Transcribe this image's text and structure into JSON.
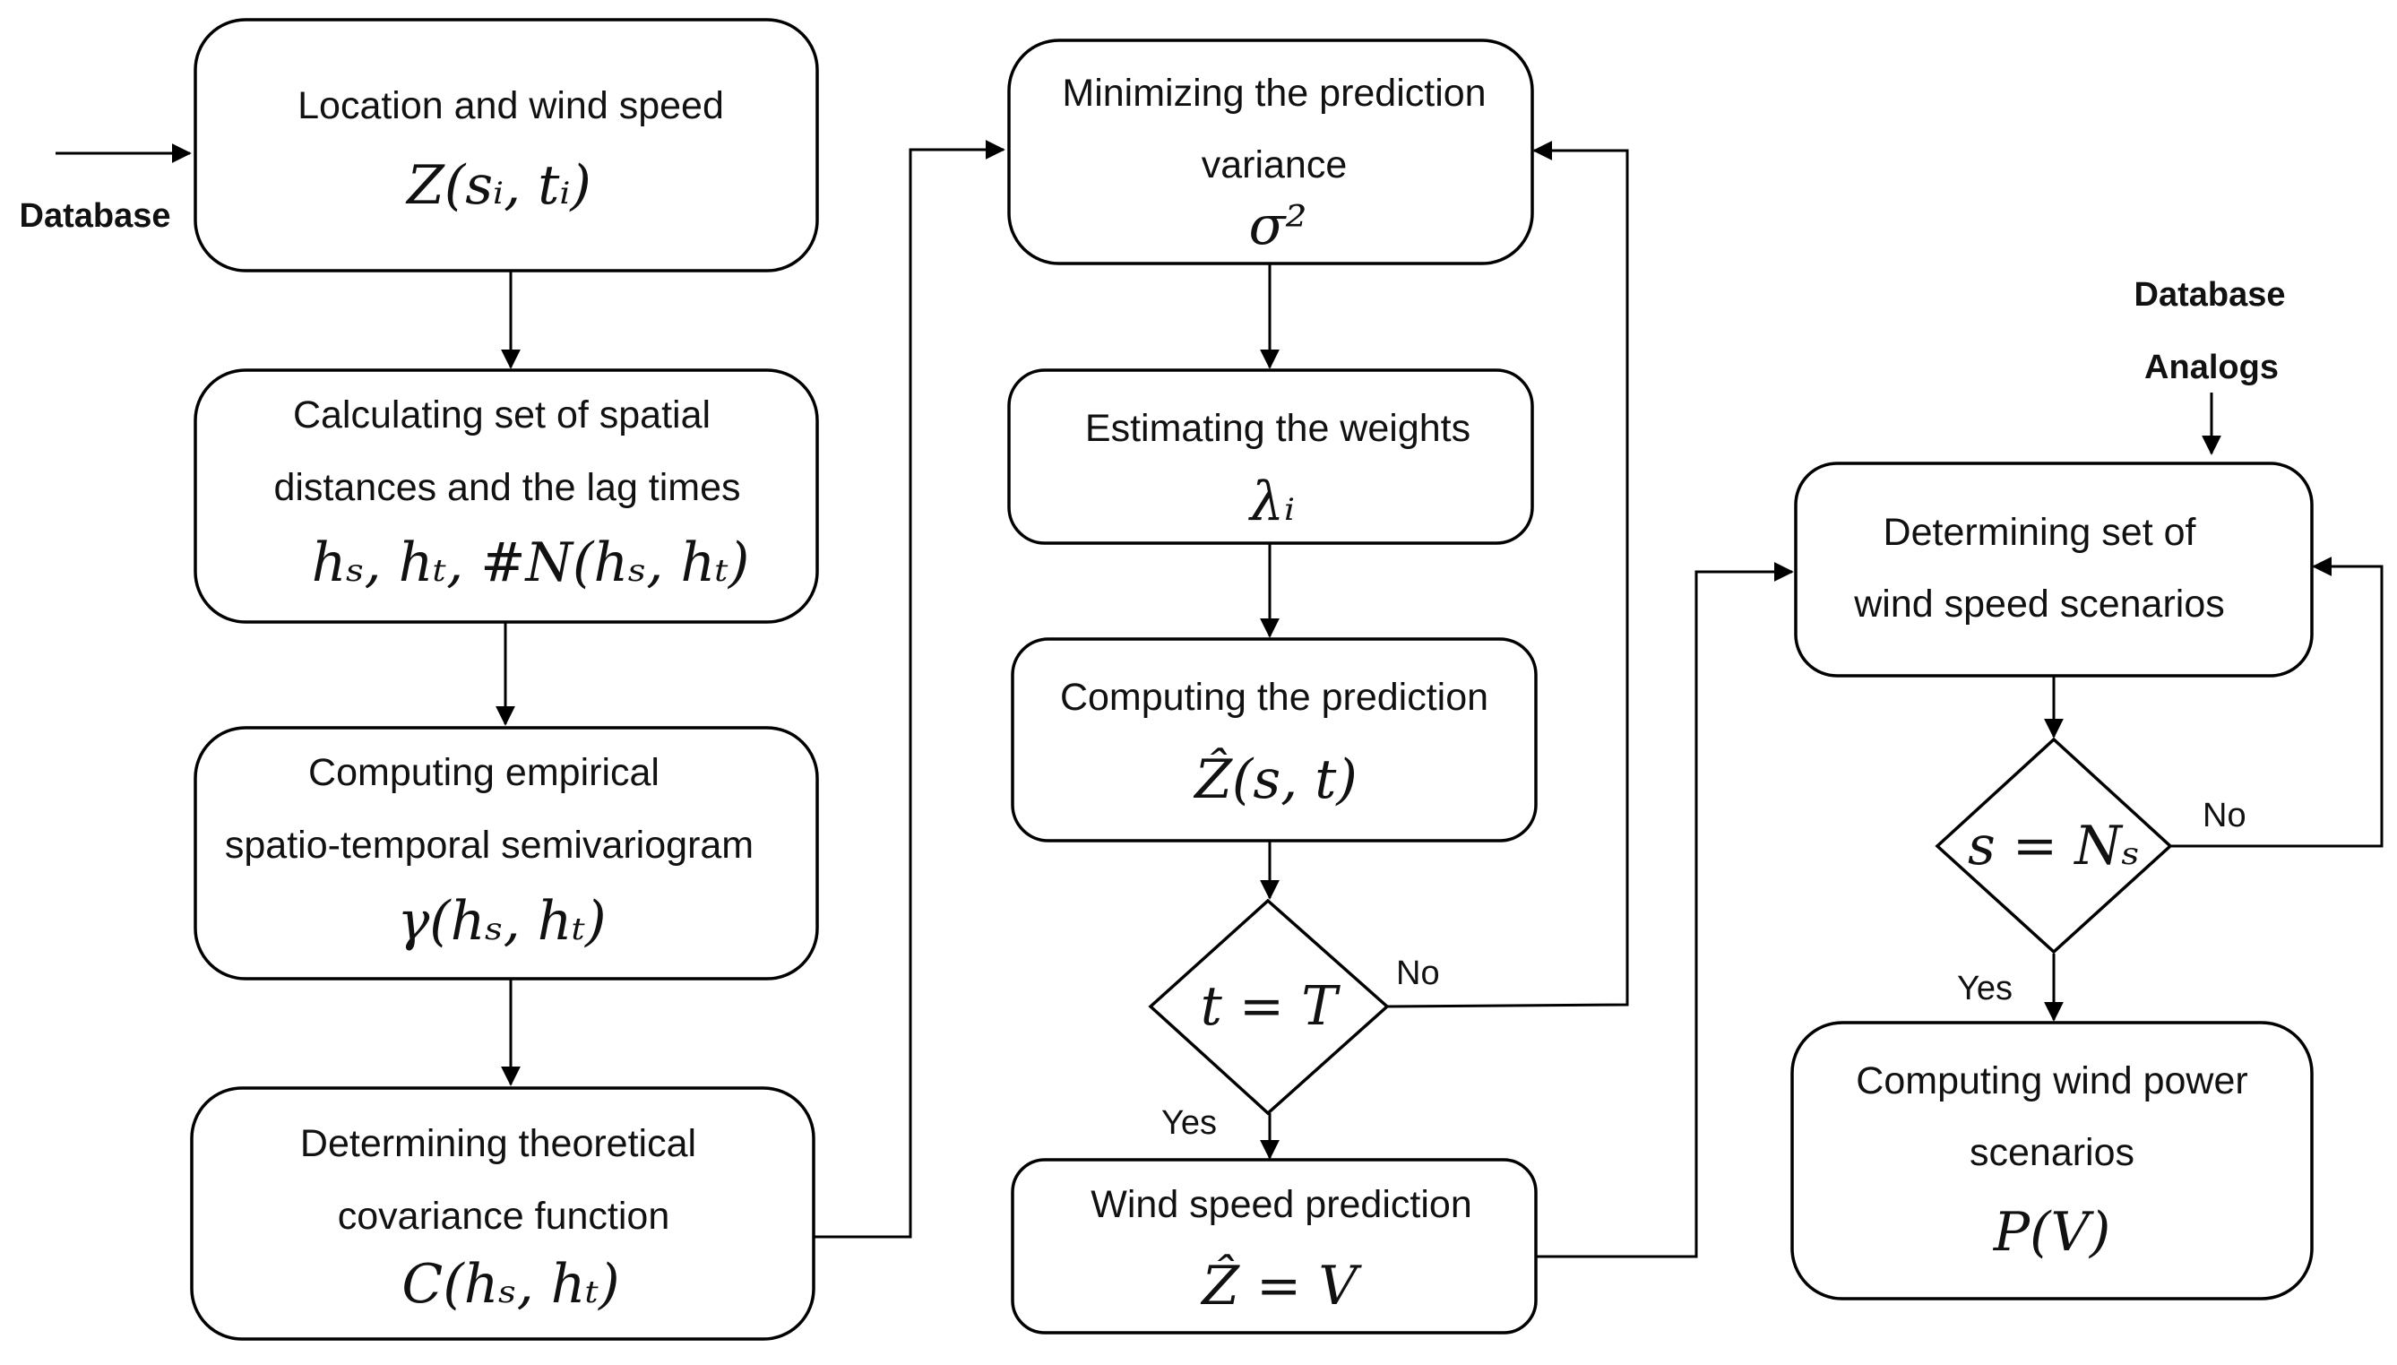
{
  "inputs": {
    "database_left": "Database",
    "database_right_line1": "Database",
    "database_right_line2": "Analogs"
  },
  "boxes": {
    "location": {
      "line1": "Location and wind speed",
      "math": "Z(sᵢ, tᵢ)"
    },
    "distances": {
      "line1": "Calculating set of spatial",
      "line2": "distances and the lag times",
      "math": "hₛ, hₜ,  #N(hₛ, hₜ)"
    },
    "semivariogram": {
      "line1": "Computing empirical",
      "line2": "spatio-temporal semivariogram",
      "math": "γ(hₛ, hₜ)"
    },
    "covariance": {
      "line1": "Determining theoretical",
      "line2": "covariance function",
      "math": "C(hₛ, hₜ)"
    },
    "minimizing": {
      "line1": "Minimizing the prediction",
      "line2": "variance",
      "math": "σ²"
    },
    "weights": {
      "line1": "Estimating the weights",
      "math": "λᵢ"
    },
    "prediction": {
      "line1": "Computing the prediction",
      "math": "Ẑ(s, t)"
    },
    "wind_speed_prediction": {
      "line1": "Wind speed prediction",
      "math": "Ẑ = V"
    },
    "scenarios": {
      "line1": "Determining set of",
      "line2": "wind speed scenarios"
    },
    "power": {
      "line1": "Computing wind power",
      "line2": "scenarios",
      "math": "P(V)"
    }
  },
  "decisions": {
    "t_equals_T": {
      "math": "t = T",
      "no_label": "No",
      "yes_label": "Yes"
    },
    "s_equals_Ns": {
      "math": "s = Nₛ",
      "no_label": "No",
      "yes_label": "Yes"
    }
  }
}
